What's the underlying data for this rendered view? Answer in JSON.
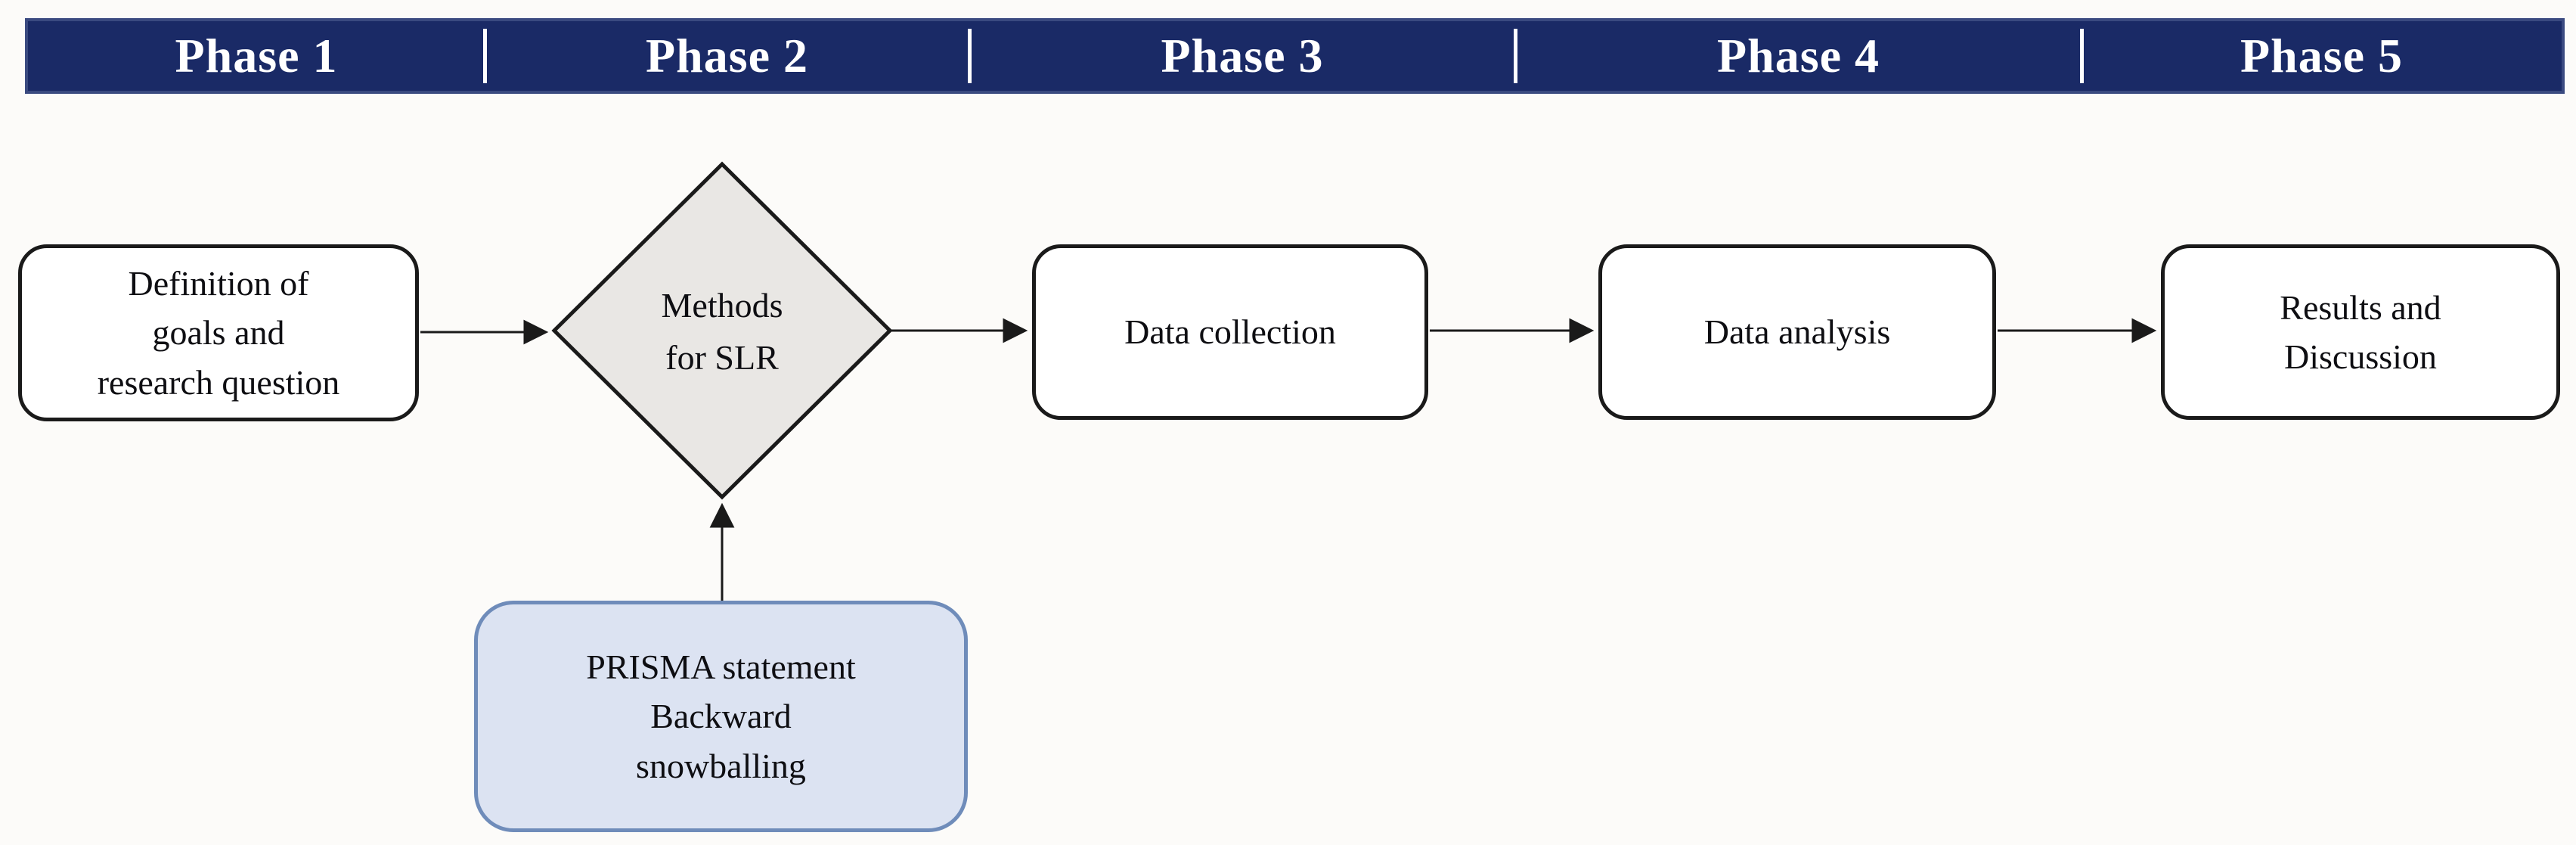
{
  "figure": {
    "type": "flowchart",
    "description": "Systematic literature review methodology phases flow diagram"
  },
  "header": {
    "phases": [
      {
        "label": "Phase 1"
      },
      {
        "label": "Phase 2"
      },
      {
        "label": "Phase 3"
      },
      {
        "label": "Phase 4"
      },
      {
        "label": "Phase 5"
      }
    ]
  },
  "nodes": {
    "definition": {
      "label": "Definition of\ngoals and\nresearch question",
      "shape": "rounded-rectangle"
    },
    "methods": {
      "label": "Methods\nfor SLR",
      "shape": "diamond"
    },
    "data_collection": {
      "label": "Data collection",
      "shape": "rounded-rectangle"
    },
    "data_analysis": {
      "label": "Data analysis",
      "shape": "rounded-rectangle"
    },
    "results": {
      "label": "Results and\nDiscussion",
      "shape": "rounded-rectangle"
    },
    "prisma": {
      "label": "PRISMA statement\nBackward\nsnowballing",
      "shape": "rounded-rectangle-accent"
    }
  },
  "connections": [
    {
      "from": "definition",
      "to": "methods"
    },
    {
      "from": "methods",
      "to": "data_collection"
    },
    {
      "from": "data_collection",
      "to": "data_analysis"
    },
    {
      "from": "data_analysis",
      "to": "results"
    },
    {
      "from": "prisma",
      "to": "methods"
    }
  ],
  "colors": {
    "navy": "#1a2a66",
    "navy_border": "#3a4a80",
    "header_text": "#ffffff",
    "node_fill": "#ffffff",
    "node_border": "#1a1a1a",
    "diamond_fill": "#e9e7e4",
    "accent_fill": "#dce3f2",
    "accent_border": "#6f8cba",
    "text": "#0e0e12",
    "line": "#1a1a1a",
    "canvas_bg": "#fcfbf9"
  }
}
